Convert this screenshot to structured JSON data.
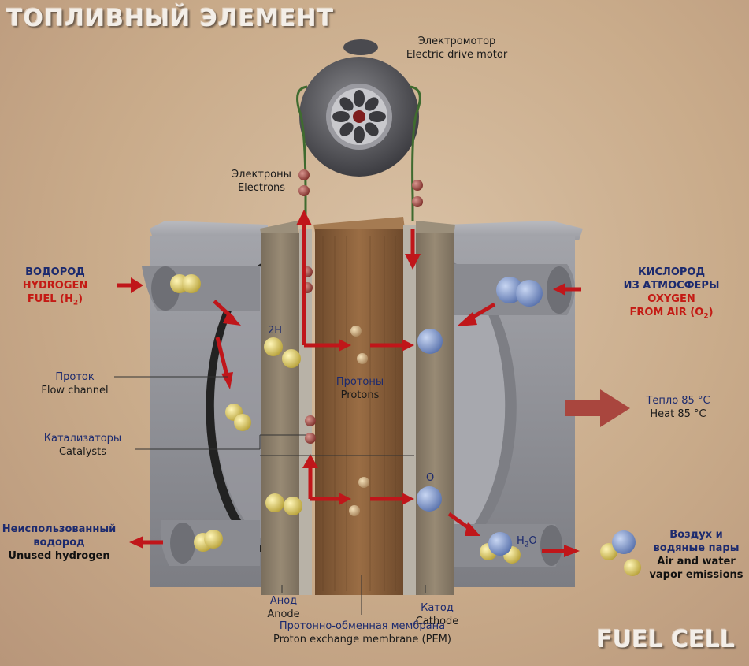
{
  "title_ru": "ТОПЛИВНЫЙ ЭЛЕМЕНТ",
  "title_en": "FUEL CELL",
  "labels": {
    "motor_ru": "Электромотор",
    "motor_en": "Electric drive motor",
    "electrons_ru": "Электроны",
    "electrons_en": "Electrons",
    "hydrogen_ru": "ВОДОРОД",
    "hydrogen_en": "HYDROGEN",
    "hydrogen_fuel": "FUEL (H",
    "hydrogen_sub": "2",
    "oxygen_ru1": "КИСЛОРОД",
    "oxygen_ru2": "ИЗ АТМОСФЕРЫ",
    "oxygen_en1": "OXYGEN",
    "oxygen_en2": "FROM AIR (O",
    "oxygen_sub": "2",
    "flow_ru": "Проток",
    "flow_en": "Flow channel",
    "catalysts_ru": "Катализаторы",
    "catalysts_en": "Catalysts",
    "protons_ru": "Протоны",
    "protons_en": "Protons",
    "heat_ru": "Тепло 85 °C",
    "heat_en": "Heat 85 °C",
    "unused_ru1": "Неиспользованный",
    "unused_ru2": "водород",
    "unused_en": "Unused hydrogen",
    "air_ru1": "Воздух и",
    "air_ru2": "водяные пары",
    "air_en1": "Air and water",
    "air_en2": "vapor emissions",
    "anode_ru": "Анод",
    "anode_en": "Anode",
    "cathode_ru": "Катод",
    "cathode_en": "Cathode",
    "pem_ru": "Протонно-обменная мембрана",
    "pem_en": "Proton exchange membrane (PEM)",
    "two_h": "2H",
    "o_label": "O",
    "h2o": "H",
    "h2o_sub": "2",
    "h2o_end": "O"
  },
  "colors": {
    "arrow": "#c0161a",
    "housing": "#8e8f95",
    "anode": "#8c7d68",
    "membrane": "#8a6038",
    "hydrogen": "#d8c75a",
    "oxygen": "#7b95c9",
    "electron": "#9e4a45",
    "heat_arrow": "#a9463e"
  }
}
